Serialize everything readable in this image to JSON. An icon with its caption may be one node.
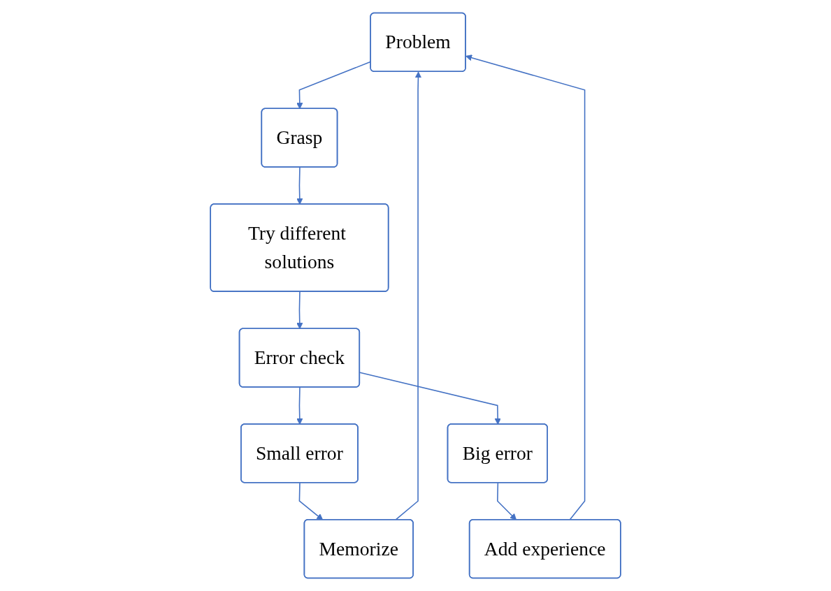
{
  "diagram": {
    "nodes": [
      {
        "text": [
          "Problem"
        ]
      },
      {
        "text": [
          "Grasp"
        ]
      },
      {
        "text": [
          "Memorize"
        ]
      },
      {
        "text": [
          "Try different solutions"
        ]
      },
      {
        "text": [
          "Add experience"
        ]
      },
      {
        "text": [
          "Small error"
        ]
      },
      {
        "text": [
          "Error check"
        ]
      },
      {
        "text": [
          "Big error"
        ]
      }
    ],
    "edges": [
      {
        "from": 0,
        "to": 1,
        "arrow": "to"
      },
      {
        "from": 1,
        "to": 3,
        "arrow": "to"
      },
      {
        "from": 3,
        "to": 6,
        "arrow": "to"
      },
      {
        "from": 6,
        "to": 5,
        "arrow": "to"
      },
      {
        "from": 6,
        "to": 7,
        "arrow": "to"
      },
      {
        "from": 5,
        "to": 2,
        "arrow": "to"
      },
      {
        "from": 7,
        "to": 4,
        "arrow": "to"
      },
      {
        "from": 2,
        "to": 0,
        "arrow": "to"
      },
      {
        "from": 4,
        "to": 0,
        "arrow": "to"
      }
    ]
  }
}
